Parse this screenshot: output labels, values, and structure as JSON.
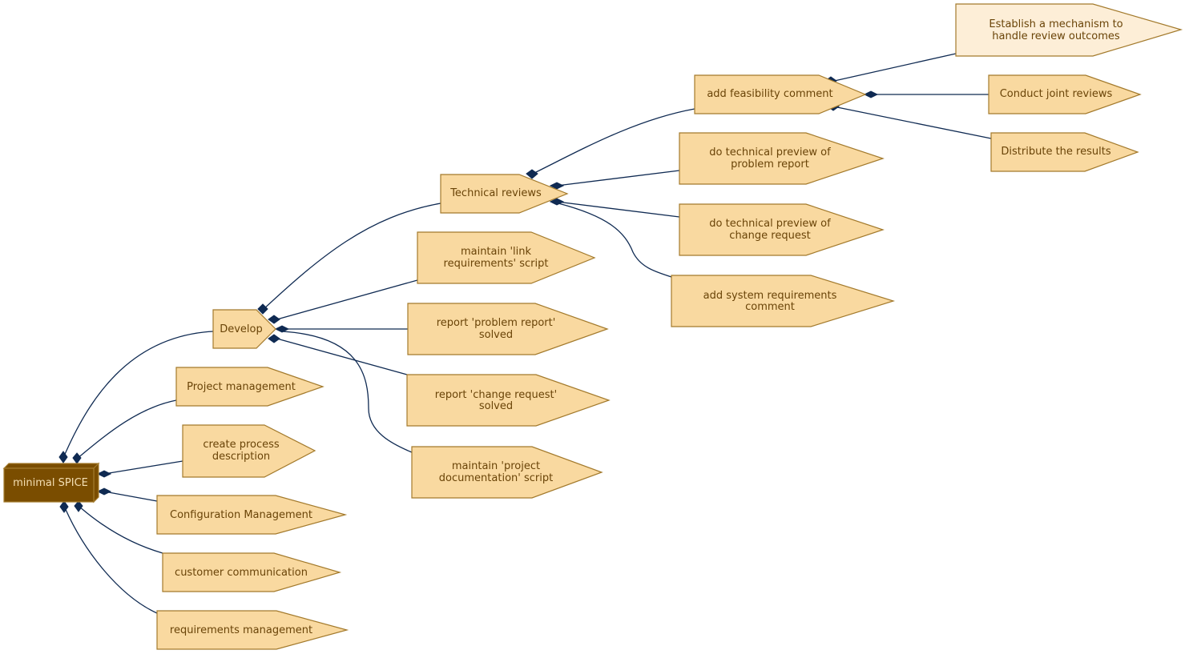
{
  "diagram": {
    "root": {
      "label": "minimal SPICE"
    },
    "nodes": {
      "develop": "Develop",
      "project_management": "Project management",
      "create_process_description": [
        "create process",
        "description"
      ],
      "configuration_management": "Configuration Management",
      "customer_communication": "customer communication",
      "requirements_management": "requirements management",
      "technical_reviews": "Technical reviews",
      "maintain_link_requirements": [
        "maintain 'link",
        "requirements' script"
      ],
      "report_problem_report_solved": [
        "report 'problem report'",
        "solved"
      ],
      "report_change_request_solved": [
        "report 'change request'",
        "solved"
      ],
      "maintain_project_documentation": [
        "maintain 'project",
        "documentation' script"
      ],
      "add_feasibility_comment": "add feasibility comment",
      "do_technical_preview_problem_report": [
        "do technical preview of",
        "problem report"
      ],
      "do_technical_preview_change_request": [
        "do technical preview of",
        "change request"
      ],
      "add_system_requirements_comment": [
        "add system requirements",
        "comment"
      ],
      "establish_mechanism": [
        "Establish a mechanism to",
        "handle review outcomes"
      ],
      "conduct_joint_reviews": "Conduct joint reviews",
      "distribute_results": "Distribute the results"
    },
    "colors": {
      "node_fill": "#f9d9a0",
      "node_fill_light": "#fdeed7",
      "node_border": "#a37a2c",
      "root_fill": "#7a4d00",
      "edge": "#0f2a52",
      "label": "#6a4408"
    }
  }
}
